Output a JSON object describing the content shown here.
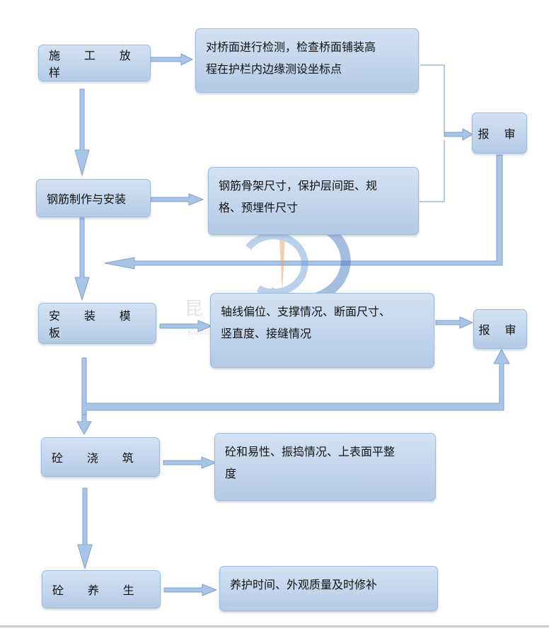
{
  "flow": {
    "steps": [
      {
        "label": "施 工 放 样"
      },
      {
        "label": "钢筋制作与安装"
      },
      {
        "label": "安 装 模 板"
      },
      {
        "label": "砼   浇   筑"
      },
      {
        "label": "砼   养   生"
      }
    ],
    "details": [
      {
        "line1": "对桥面进行检测，检查桥面铺装高",
        "line2": "程在护栏内边缘测设坐标点"
      },
      {
        "line1": "钢筋骨架尺寸，保护层间距、规",
        "line2": "格、预埋件尺寸"
      },
      {
        "line1": "轴线偏位、支撑情况、断面尺寸、",
        "line2": "竖直度、接缝情况"
      },
      {
        "line1": "砼和易性、振捣情况、上表面平整",
        "line2": "度"
      },
      {
        "line1": "养护时间、外观质量及时修补",
        "line2": ""
      }
    ],
    "review": [
      {
        "label": "报 审"
      },
      {
        "label": "报 审"
      }
    ]
  },
  "watermark": {
    "cn": "昆明晨骏塑业",
    "en": "Kunming Dunjun Plastics Industry"
  },
  "colors": {
    "box_fill_top": "#d3e2f4",
    "box_fill_bottom": "#b4cbe6",
    "box_border": "#9fbadb",
    "arrow_fill": "#a9c4e6",
    "arrow_stroke": "#7fa2cc",
    "watermark_orange": "#e9a36b",
    "watermark_blue": "#4c7fc2"
  }
}
